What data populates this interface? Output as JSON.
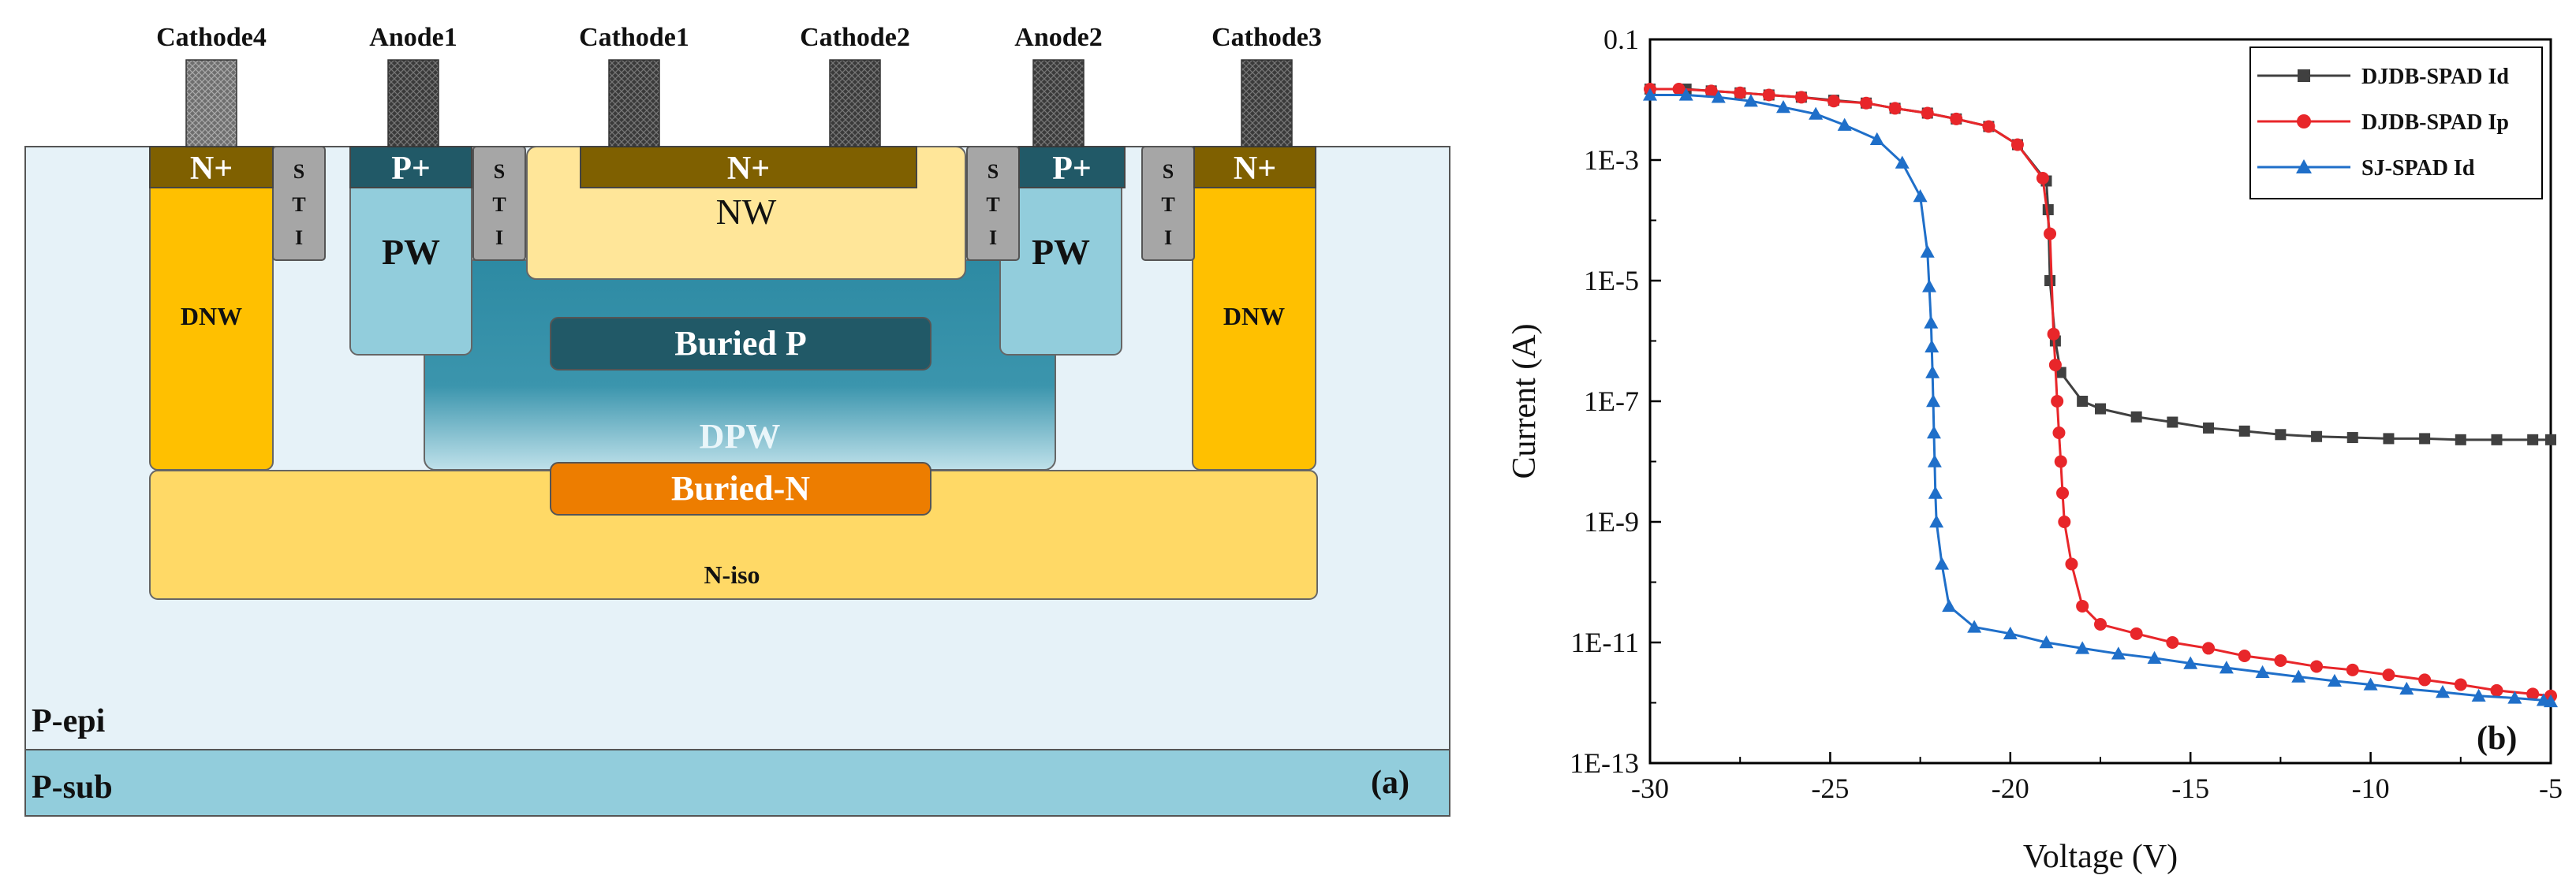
{
  "panel_a": {
    "panel_label": "(a)",
    "terminals": [
      "Cathode4",
      "Anode1",
      "Cathode1",
      "Cathode2",
      "Anode2",
      "Cathode3"
    ],
    "regions": {
      "n_plus_left": "N+",
      "p_plus_left": "P+",
      "n_plus_center": "N+",
      "p_plus_right": "P+",
      "n_plus_right": "N+",
      "sti": "S T I",
      "pw": "PW",
      "nw": "NW",
      "dnw": "DNW",
      "buried_p": "Buried P",
      "dpw": "DPW",
      "buried_n": "Buried-N",
      "n_iso": "N-iso",
      "p_epi": "P-epi",
      "p_sub": "P-sub"
    },
    "colors": {
      "p_epi": "#e6f2f8",
      "p_sub": "#92cddc",
      "n_plus": "#7f6000",
      "p_plus": "#215967",
      "sti": "#a6a6a6",
      "pw": "#92cddc",
      "nw": "#ffe699",
      "dnw": "#ffc000",
      "n_iso": "#ffd966",
      "dpw": "#31869b",
      "buried_p": "#215967",
      "buried_n": "#ed7d00",
      "contact": "#3a3a3a"
    }
  },
  "panel_b": {
    "panel_label": "(b)",
    "chart_data": {
      "type": "line",
      "xlabel": "Voltage (V)",
      "ylabel": "Current (A)",
      "xlim": [
        -30,
        -5
      ],
      "ylim_log10": [
        -13,
        -1
      ],
      "y_scale": "log",
      "x_ticks": [
        -30,
        -25,
        -20,
        -15,
        -10,
        -5
      ],
      "x_tick_labels": [
        "-30",
        "-25",
        "-20",
        "-15",
        "-10",
        "-5"
      ],
      "y_ticks_log10": [
        -1,
        -3,
        -5,
        -7,
        -9,
        -11,
        -13
      ],
      "y_tick_labels": [
        "0.1",
        "1E-3",
        "1E-5",
        "1E-7",
        "1E-9",
        "1E-11",
        "1E-13"
      ],
      "legend_position": "top-right",
      "series": [
        {
          "name": "DJDB-SPAD Id",
          "color": "#404040",
          "marker": "square",
          "points": [
            [
              -30,
              0.015
            ],
            [
              -29,
              0.015
            ],
            [
              -28.3,
              0.014
            ],
            [
              -27.5,
              0.013
            ],
            [
              -26.7,
              0.012
            ],
            [
              -25.8,
              0.011
            ],
            [
              -24.9,
              0.0098
            ],
            [
              -24,
              0.0088
            ],
            [
              -23.2,
              0.0072
            ],
            [
              -22.3,
              0.006
            ],
            [
              -21.5,
              0.0048
            ],
            [
              -20.6,
              0.0036
            ],
            [
              -19.8,
              0.0018
            ],
            [
              -19.0,
              0.00045
            ],
            [
              -18.95,
              0.00015
            ],
            [
              -18.9,
              1e-05
            ],
            [
              -18.75,
              1e-06
            ],
            [
              -18.6,
              3e-07
            ],
            [
              -18,
              1e-07
            ],
            [
              -17.5,
              7.5e-08
            ],
            [
              -16.5,
              5.5e-08
            ],
            [
              -15.5,
              4.5e-08
            ],
            [
              -14.5,
              3.6e-08
            ],
            [
              -13.5,
              3.2e-08
            ],
            [
              -12.5,
              2.8e-08
            ],
            [
              -11.5,
              2.6e-08
            ],
            [
              -10.5,
              2.5e-08
            ],
            [
              -9.5,
              2.4e-08
            ],
            [
              -8.5,
              2.4e-08
            ],
            [
              -7.5,
              2.3e-08
            ],
            [
              -6.5,
              2.3e-08
            ],
            [
              -5.5,
              2.3e-08
            ],
            [
              -5,
              2.3e-08
            ]
          ]
        },
        {
          "name": "DJDB-SPAD Ip",
          "color": "#e8262a",
          "marker": "circle",
          "points": [
            [
              -30,
              0.015
            ],
            [
              -29.2,
              0.015
            ],
            [
              -28.3,
              0.014
            ],
            [
              -27.5,
              0.013
            ],
            [
              -26.7,
              0.012
            ],
            [
              -25.8,
              0.011
            ],
            [
              -24.9,
              0.0095
            ],
            [
              -24,
              0.0088
            ],
            [
              -23.2,
              0.0072
            ],
            [
              -22.3,
              0.006
            ],
            [
              -21.5,
              0.0048
            ],
            [
              -20.6,
              0.0036
            ],
            [
              -19.8,
              0.0018
            ],
            [
              -19.1,
              0.0005
            ],
            [
              -18.9,
              6e-05
            ],
            [
              -18.8,
              1.3e-06
            ],
            [
              -18.75,
              4e-07
            ],
            [
              -18.7,
              1e-07
            ],
            [
              -18.65,
              3e-08
            ],
            [
              -18.6,
              1e-08
            ],
            [
              -18.55,
              3e-09
            ],
            [
              -18.5,
              1e-09
            ],
            [
              -18.3,
              2e-10
            ],
            [
              -18.0,
              4e-11
            ],
            [
              -17.5,
              2e-11
            ],
            [
              -16.5,
              1.4e-11
            ],
            [
              -15.5,
              1e-11
            ],
            [
              -14.5,
              8e-12
            ],
            [
              -13.5,
              6e-12
            ],
            [
              -12.5,
              5e-12
            ],
            [
              -11.5,
              4e-12
            ],
            [
              -10.5,
              3.5e-12
            ],
            [
              -9.5,
              2.9e-12
            ],
            [
              -8.5,
              2.4e-12
            ],
            [
              -7.5,
              2e-12
            ],
            [
              -6.5,
              1.6e-12
            ],
            [
              -5.5,
              1.4e-12
            ],
            [
              -5,
              1.3e-12
            ]
          ]
        },
        {
          "name": "SJ-SPAD Id",
          "color": "#1f6fc9",
          "marker": "triangle",
          "points": [
            [
              -30,
              0.012
            ],
            [
              -29,
              0.012
            ],
            [
              -28.1,
              0.011
            ],
            [
              -27.2,
              0.0095
            ],
            [
              -26.3,
              0.0075
            ],
            [
              -25.4,
              0.0058
            ],
            [
              -24.6,
              0.0038
            ],
            [
              -23.7,
              0.0022
            ],
            [
              -23.0,
              0.0009
            ],
            [
              -22.5,
              0.00025
            ],
            [
              -22.3,
              3e-05
            ],
            [
              -22.25,
              8e-06
            ],
            [
              -22.2,
              2e-06
            ],
            [
              -22.18,
              8e-07
            ],
            [
              -22.16,
              3e-07
            ],
            [
              -22.14,
              1e-07
            ],
            [
              -22.12,
              3e-08
            ],
            [
              -22.1,
              1e-08
            ],
            [
              -22.08,
              3e-09
            ],
            [
              -22.05,
              1e-09
            ],
            [
              -21.9,
              2e-10
            ],
            [
              -21.7,
              4e-11
            ],
            [
              -21.0,
              1.8e-11
            ],
            [
              -20.0,
              1.4e-11
            ],
            [
              -19.0,
              1e-11
            ],
            [
              -18.0,
              8e-12
            ],
            [
              -17.0,
              6.5e-12
            ],
            [
              -16.0,
              5.5e-12
            ],
            [
              -15.0,
              4.5e-12
            ],
            [
              -14.0,
              3.8e-12
            ],
            [
              -13.0,
              3.2e-12
            ],
            [
              -12.0,
              2.7e-12
            ],
            [
              -11.0,
              2.3e-12
            ],
            [
              -10.0,
              2e-12
            ],
            [
              -9.0,
              1.7e-12
            ],
            [
              -8.0,
              1.5e-12
            ],
            [
              -7.0,
              1.3e-12
            ],
            [
              -6.0,
              1.2e-12
            ],
            [
              -5.2,
              1.1e-12
            ],
            [
              -5,
              1.05e-12
            ]
          ]
        }
      ]
    }
  }
}
